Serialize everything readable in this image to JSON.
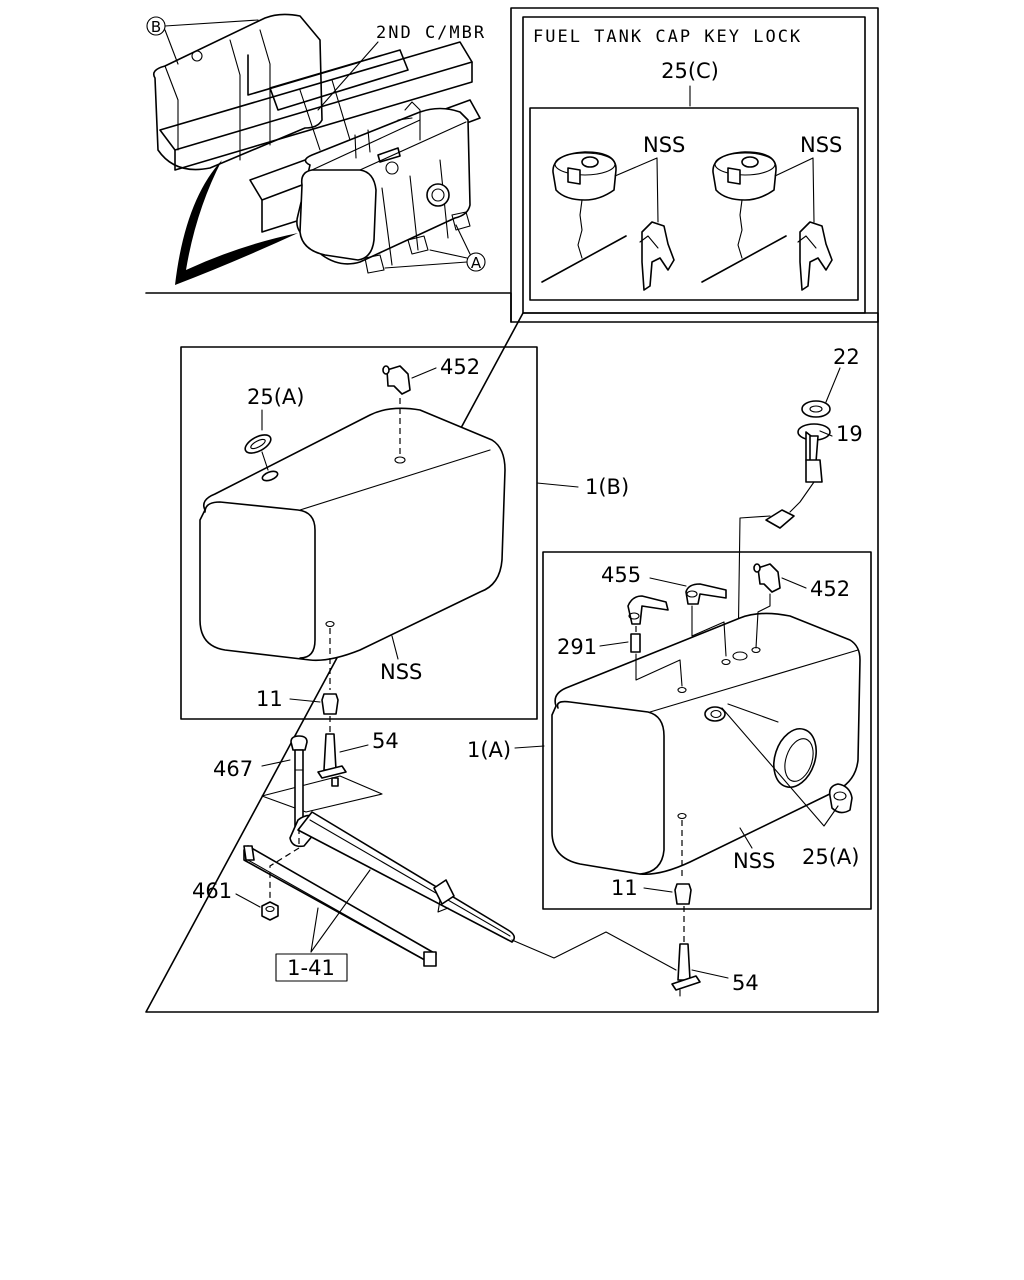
{
  "overview": {
    "label_b": "B",
    "label_a": "A",
    "crossmember_label": "2ND C/MBR"
  },
  "key_lock_box": {
    "title": "FUEL TANK CAP KEY LOCK",
    "part_ref": "25(C)",
    "left_nss": "NSS",
    "right_nss": "NSS"
  },
  "main_panel": {
    "tank_b": {
      "ref": "1(B)",
      "cap_ref": "25(A)",
      "fitting_ref": "452",
      "nss": "NSS",
      "drain_plug": "11",
      "drain_cock": "54"
    },
    "tank_a": {
      "ref": "1(A)",
      "elbow_ref": "455",
      "fitting_ref": "452",
      "hose_ref": "291",
      "nss": "NSS",
      "cap_ref": "25(A)",
      "drain_plug": "11",
      "drain_cock": "54"
    },
    "gauge_unit": {
      "gasket_ref": "22",
      "unit_ref": "19"
    },
    "bracket": {
      "bolt_ref": "467",
      "nut_ref": "461",
      "assembly_ref": "1-41"
    }
  }
}
